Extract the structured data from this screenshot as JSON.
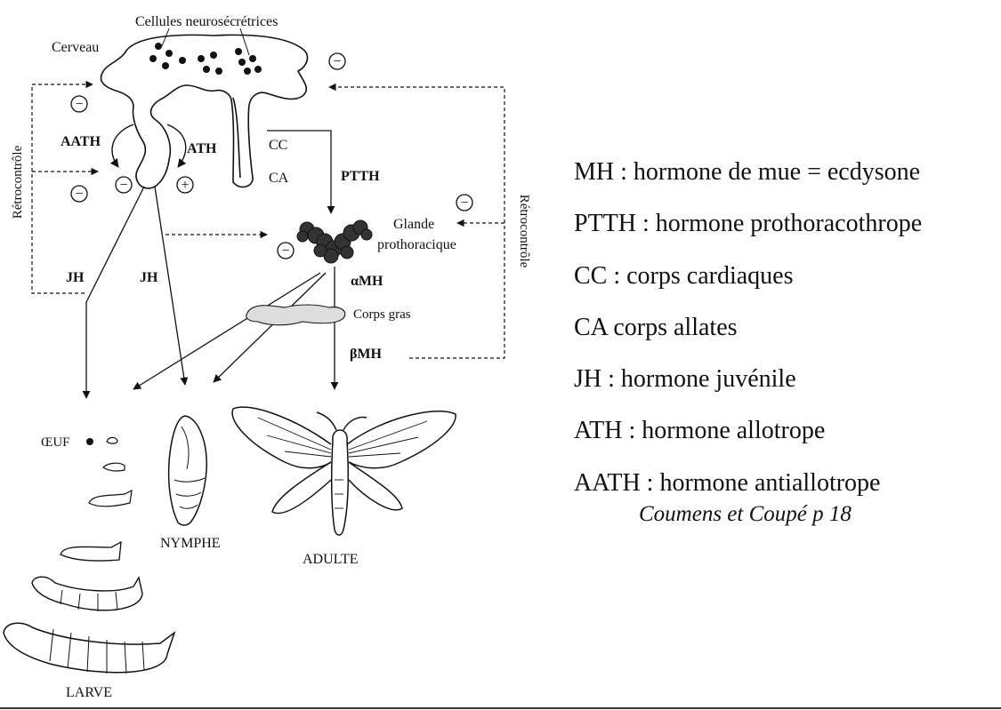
{
  "diagram": {
    "labels": {
      "neurosecretory": "Cellules neurosécrétrices",
      "brain": "Cerveau",
      "aath": "AATH",
      "ath": "ATH",
      "cc": "CC",
      "ca": "CA",
      "ptth": "PTTH",
      "feedback_left": "Rétrocontrôle",
      "feedback_right": "Rétrocontrôle",
      "gland_line1": "Glande",
      "gland_line2": "prothoracique",
      "jh_left": "JH",
      "jh_center": "JH",
      "alpha_mh": "αMH",
      "fat_body": "Corps gras",
      "beta_mh": "βMH",
      "egg": "ŒUF",
      "nymph": "NYMPHE",
      "adult": "ADULTE",
      "larva": "LARVE"
    },
    "signs": {
      "minus": "−",
      "plus": "+"
    }
  },
  "legend": {
    "items": [
      "MH : hormone de mue = ecdysone",
      "PTTH : hormone prothoracothrope",
      "CC : corps cardiaques",
      "CA corps allates",
      "JH : hormone juvénile",
      "ATH :  hormone allotrope",
      "AATH : hormone antiallotrope"
    ],
    "source": "Coumens et Coupé p 18"
  }
}
